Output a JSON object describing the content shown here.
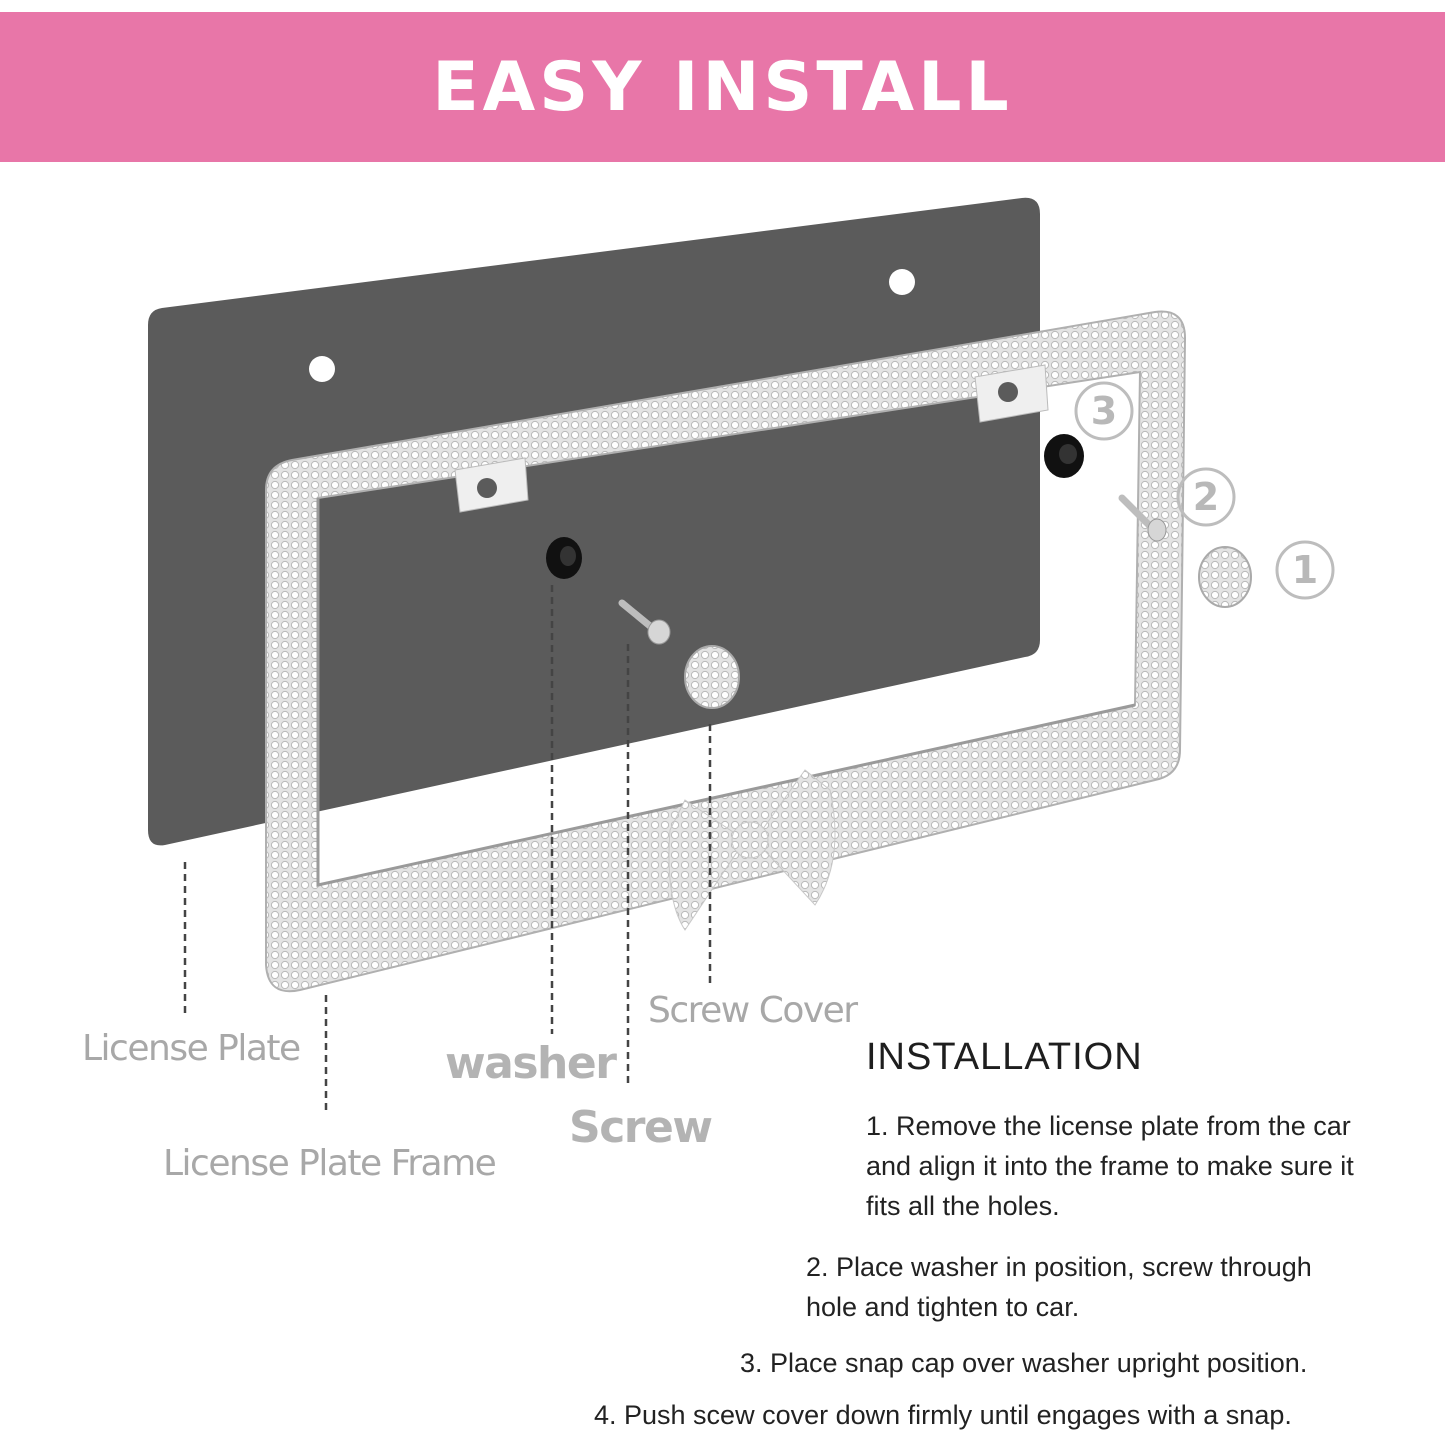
{
  "banner": {
    "title": "EASY INSTALL",
    "color": "#e876a8"
  },
  "steps_badges": [
    "3",
    "2",
    "1"
  ],
  "labels": {
    "license_plate": "License Plate",
    "license_plate_frame": "License Plate Frame",
    "washer": "washer",
    "screw": "Screw",
    "screw_cover": "Screw Cover"
  },
  "installation": {
    "title": "INSTALLATION",
    "steps": [
      "1. Remove the license plate from the car and align it into the frame to make sure it fits all the holes.",
      "2. Place washer in position, screw through hole and tighten to car.",
      "3. Place snap cap over washer upright position.",
      "4. Push scew cover down firmly until engages with a snap."
    ]
  },
  "colors": {
    "plate": "#5b5b5b",
    "frame": "#d8d8d8",
    "label": "#a8a8a8"
  }
}
